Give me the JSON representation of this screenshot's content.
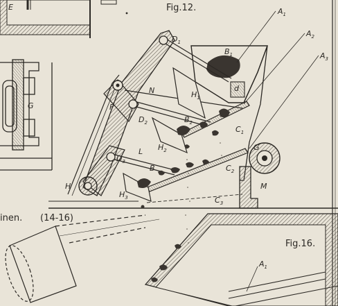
{
  "figures": {
    "fig12_caption": "Fig.12.",
    "fig16_caption": "Fig.16."
  },
  "section": {
    "heading_fragment": "inen.",
    "heading_ref": "(14-16)"
  },
  "labels": {
    "A1": "A",
    "A1_sub": "1",
    "A2": "A",
    "A2_sub": "2",
    "A3": "A",
    "A3_sub": "3",
    "B1": "B",
    "B1_sub": "1",
    "B2": "B",
    "B2_sub": "2",
    "B": "B",
    "D1": "D",
    "D1_sub": "1",
    "D2": "D",
    "D2_sub": "2",
    "D3": "D",
    "D3_sub": "3",
    "H1": "H",
    "H1_sub": "1",
    "H2": "H",
    "H2_sub": "2",
    "H3": "H",
    "H3_sub": "3",
    "C1": "C",
    "C1_sub": "1",
    "C2": "C",
    "C2_sub": "2",
    "C3": "C",
    "C3_sub": "3",
    "F": "F",
    "N": "N",
    "L": "L",
    "H": "H",
    "G": "G",
    "M": "M",
    "d": "d",
    "E": "E",
    "G_left": "G",
    "A1_fig16": "A",
    "A1_fig16_sub": "1"
  },
  "colors": {
    "paper": "#e9e4d8",
    "ink": "#2b2824",
    "hatch": "#5a544b"
  }
}
